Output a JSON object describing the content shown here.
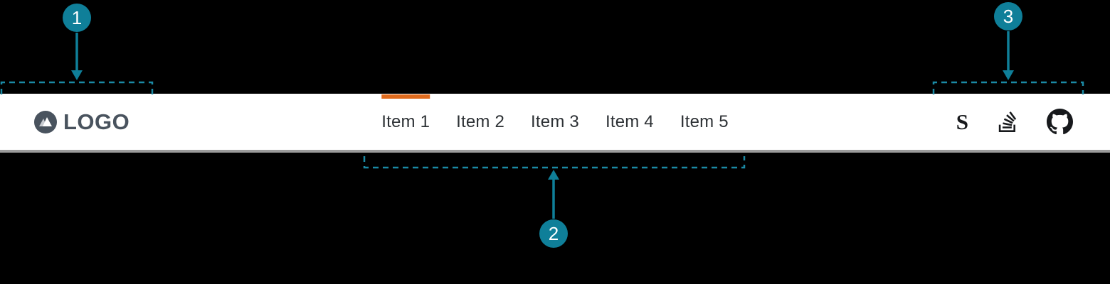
{
  "brand": {
    "name": "LOGO"
  },
  "nav": {
    "items": [
      {
        "label": "Item 1",
        "active": true
      },
      {
        "label": "Item 2",
        "active": false
      },
      {
        "label": "Item 3",
        "active": false
      },
      {
        "label": "Item 4",
        "active": false
      },
      {
        "label": "Item 5",
        "active": false
      }
    ]
  },
  "social": {
    "icons": [
      {
        "name": "s-letter-icon",
        "glyph": "S"
      },
      {
        "name": "stackoverflow-icon"
      },
      {
        "name": "github-icon"
      }
    ]
  },
  "annotations": {
    "callouts": [
      {
        "number": "1",
        "target": "logo-region"
      },
      {
        "number": "2",
        "target": "nav-items-region"
      },
      {
        "number": "3",
        "target": "social-icons-region"
      }
    ]
  },
  "colors": {
    "page_bg": "#000000",
    "navbar_bg": "#ffffff",
    "accent_teal": "#0f7f99",
    "dash_teal": "#1b8aa4",
    "accent_orange": "#df6a1c",
    "logo_color": "#49535e",
    "nav_text": "#2d3135",
    "icon_color": "#17191c",
    "navbar_border": "#9b9b9b"
  }
}
